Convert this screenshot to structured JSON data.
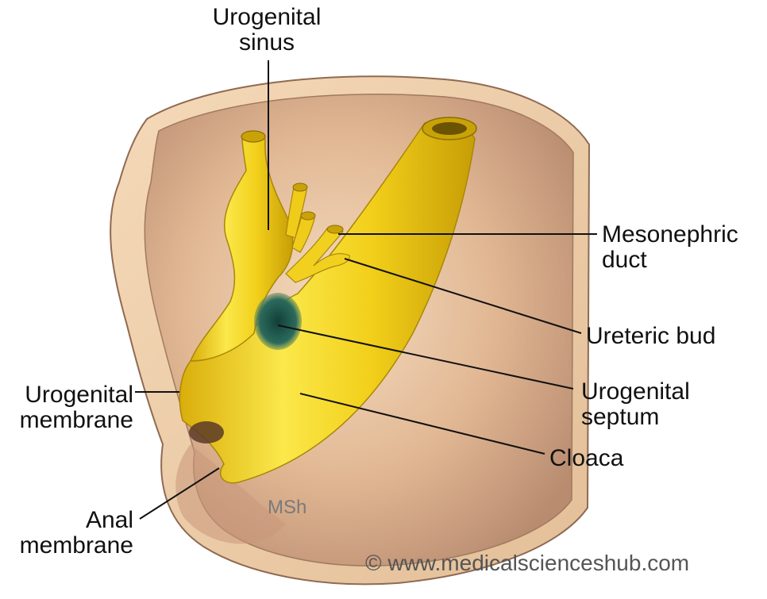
{
  "labels": {
    "urogenital_sinus": [
      "Urogenital",
      "sinus"
    ],
    "mesonephric_duct": [
      "Mesonephric",
      "duct"
    ],
    "ureteric_bud": [
      "Ureteric bud"
    ],
    "urogenital_septum": [
      "Urogenital",
      "septum"
    ],
    "cloaca": [
      "Cloaca"
    ],
    "urogenital_membrane": [
      "Urogenital",
      "membrane"
    ],
    "anal_membrane": [
      "Anal",
      "membrane"
    ]
  },
  "watermark": "MSh",
  "copyright": "© www.medicalscienceshub.com",
  "colors": {
    "tissue_light": "#f0d0b0",
    "tissue_shadow": "#b88e72",
    "duct_yellow": "#f3d21c",
    "duct_highlight": "#fbf07a",
    "duct_shadow": "#c9a208",
    "bud_green": "#1f5a50",
    "leader_line": "#111111"
  }
}
